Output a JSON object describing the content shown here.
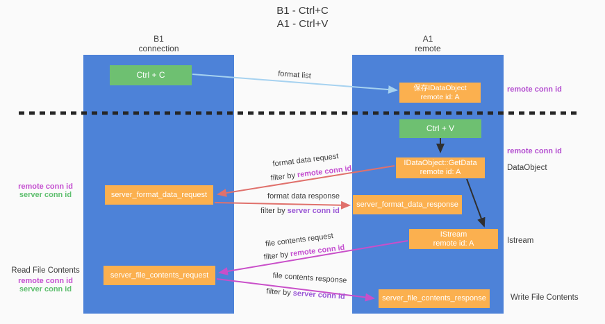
{
  "title": {
    "line1": "B1 - Ctrl+C",
    "line2": "A1 - Ctrl+V"
  },
  "lanes": {
    "left": {
      "name": "B1",
      "role": "connection"
    },
    "right": {
      "name": "A1",
      "role": "remote"
    }
  },
  "nodes": {
    "ctrl_c": {
      "label": "Ctrl + C"
    },
    "save_idataobject": {
      "line1": "保存IDataObject",
      "line2": "remote id: A"
    },
    "ctrl_v": {
      "label": "Ctrl + V"
    },
    "getdata": {
      "line1": "IDataObject::GetData",
      "line2": "remote id: A"
    },
    "format_request": {
      "label": "server_format_data_request"
    },
    "format_response": {
      "label": "server_format_data_response"
    },
    "istream": {
      "line1": "IStream",
      "line2": "remote id: A"
    },
    "file_request": {
      "label": "server_file_contents_request"
    },
    "file_response": {
      "label": "server_file_contents_response"
    }
  },
  "edges": {
    "filter_prefix": "filter by ",
    "format_list": {
      "label": "format list"
    },
    "format_data_request": {
      "label": "format data request",
      "filter": "remote conn id"
    },
    "format_data_response": {
      "label": "format data response",
      "filter": "server conn id"
    },
    "file_contents_request": {
      "label": "file contents request",
      "filter": "remote conn id"
    },
    "file_contents_response": {
      "label": "file contents response",
      "filter": "server conn id"
    }
  },
  "side_labels": {
    "right": {
      "remote_conn_id_1": "remote conn id",
      "remote_conn_id_2": "remote conn id",
      "dataobject": "DataObject",
      "istream": "Istream",
      "write_file_contents": "Write File Contents"
    },
    "left": {
      "remote_conn_id_1": "remote conn id",
      "server_conn_id_1": "server conn id",
      "read_file_contents": "Read File Contents",
      "remote_conn_id_2": "remote conn id",
      "server_conn_id_2": "server conn id"
    }
  },
  "colors": {
    "background": "#fafafa",
    "lane_blue": "#4d82d8",
    "node_orange": "#fbb04f",
    "node_green": "#6ec071",
    "arrow_blue": "#a6d2f0",
    "arrow_red": "#e0716c",
    "arrow_magenta": "#c94fc9",
    "arrow_black": "#2f2f2f",
    "label_purple": "#b44fd0",
    "label_magenta": "#c44fd0",
    "label_server_purple": "#9b59d6",
    "label_green": "#5fbf6f",
    "text_dark": "#3d3d3d"
  }
}
